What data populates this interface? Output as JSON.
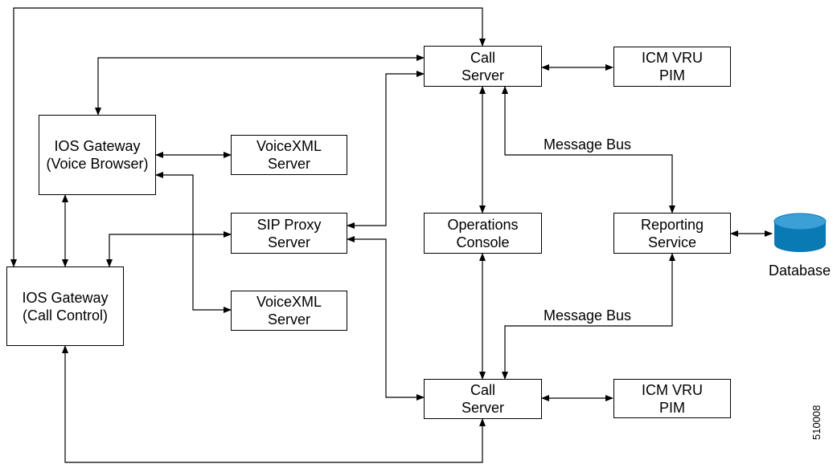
{
  "nodes": {
    "call_server_top": {
      "line1": "Call",
      "line2": "Server"
    },
    "icm_vru_pim_top": {
      "line1": "ICM VRU",
      "line2": "PIM"
    },
    "ios_gateway_voice_browser": {
      "line1": "IOS Gateway",
      "line2": "(Voice Browser)"
    },
    "voicexml_server_top": {
      "line1": "VoiceXML",
      "line2": "Server"
    },
    "sip_proxy_server": {
      "line1": "SIP Proxy",
      "line2": "Server"
    },
    "operations_console": {
      "line1": "Operations",
      "line2": "Console"
    },
    "reporting_service": {
      "line1": "Reporting",
      "line2": "Service"
    },
    "ios_gateway_call_control": {
      "line1": "IOS Gateway",
      "line2": "(Call Control)"
    },
    "voicexml_server_bottom": {
      "line1": "VoiceXML",
      "line2": "Server"
    },
    "call_server_bottom": {
      "line1": "Call",
      "line2": "Server"
    },
    "icm_vru_pim_bottom": {
      "line1": "ICM VRU",
      "line2": "PIM"
    }
  },
  "labels": {
    "message_bus_top": "Message Bus",
    "message_bus_bottom": "Message Bus",
    "database": "Database",
    "figure_id": "510008"
  },
  "colors": {
    "line": "#000000",
    "database_fill": "#0a7ab5",
    "database_top": "#3aa0d6"
  }
}
